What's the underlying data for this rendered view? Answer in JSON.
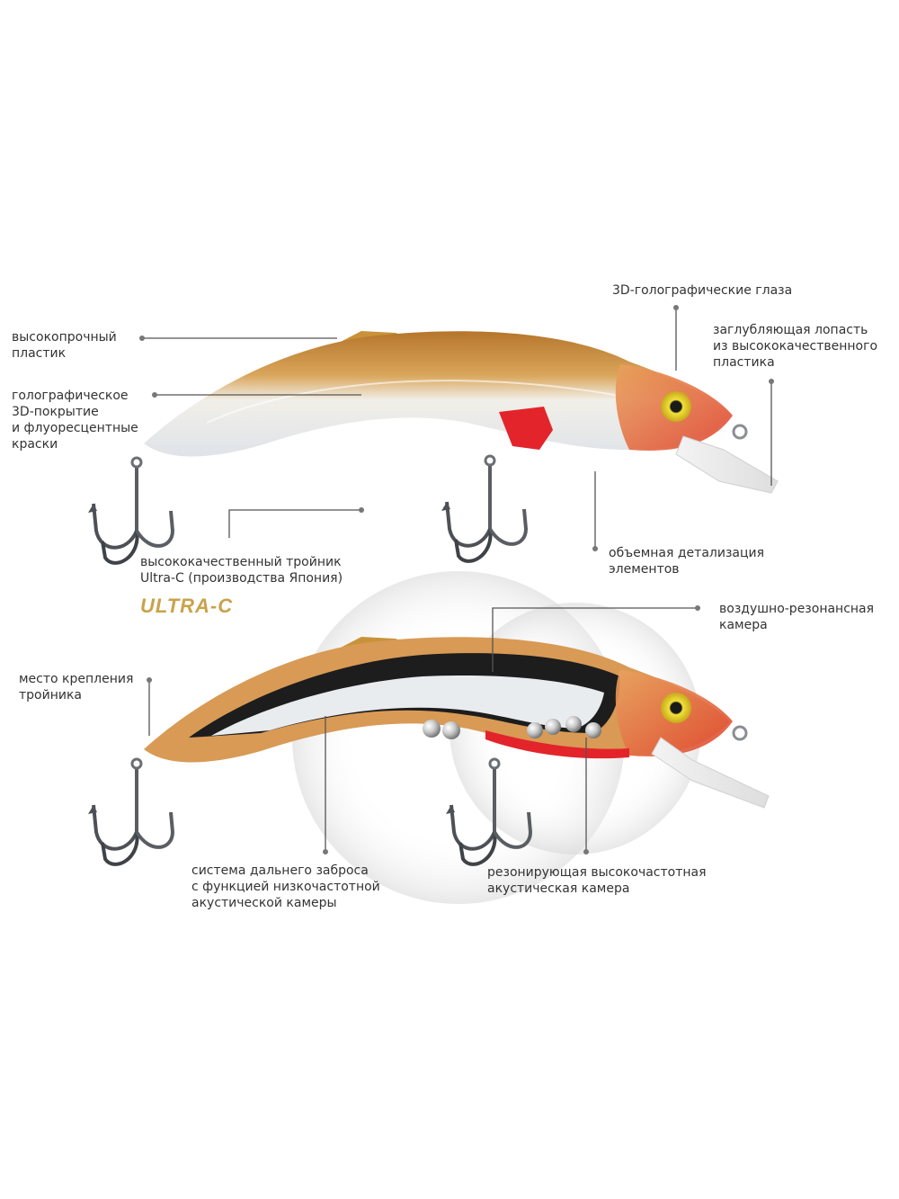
{
  "colors": {
    "body_gold": "#c9923a",
    "belly_white": "#e9ecef",
    "fin_red": "#e3242b",
    "eye_yellow": "#e7d21a",
    "leader_line": "#555555",
    "text": "#333333"
  },
  "brand": "ULTRA-C",
  "callouts": {
    "hi_strength_plastic": "высокопрочный\nпластик",
    "holo_coating": "голографическое\n3D-покрытие\nи флуоресцентные\nкраски",
    "holo_eyes": "3D-голографические глаза",
    "diving_lip": "заглубляющая лопасть\nиз высококачественного\nпластика",
    "treble_hook": "высококачественный тройник\nUltra-C (производства Япония)",
    "volume_detail": "объемная детализация\nэлементов",
    "air_chamber": "воздушно-резонансная\nкамера",
    "hook_mount": "место крепления\nтройника",
    "long_cast": "система дальнего заброса\nс функцией низкочастотной\nакустической камеры",
    "hf_chamber": "резонирующая высокочастотная\nакустическая камера"
  }
}
